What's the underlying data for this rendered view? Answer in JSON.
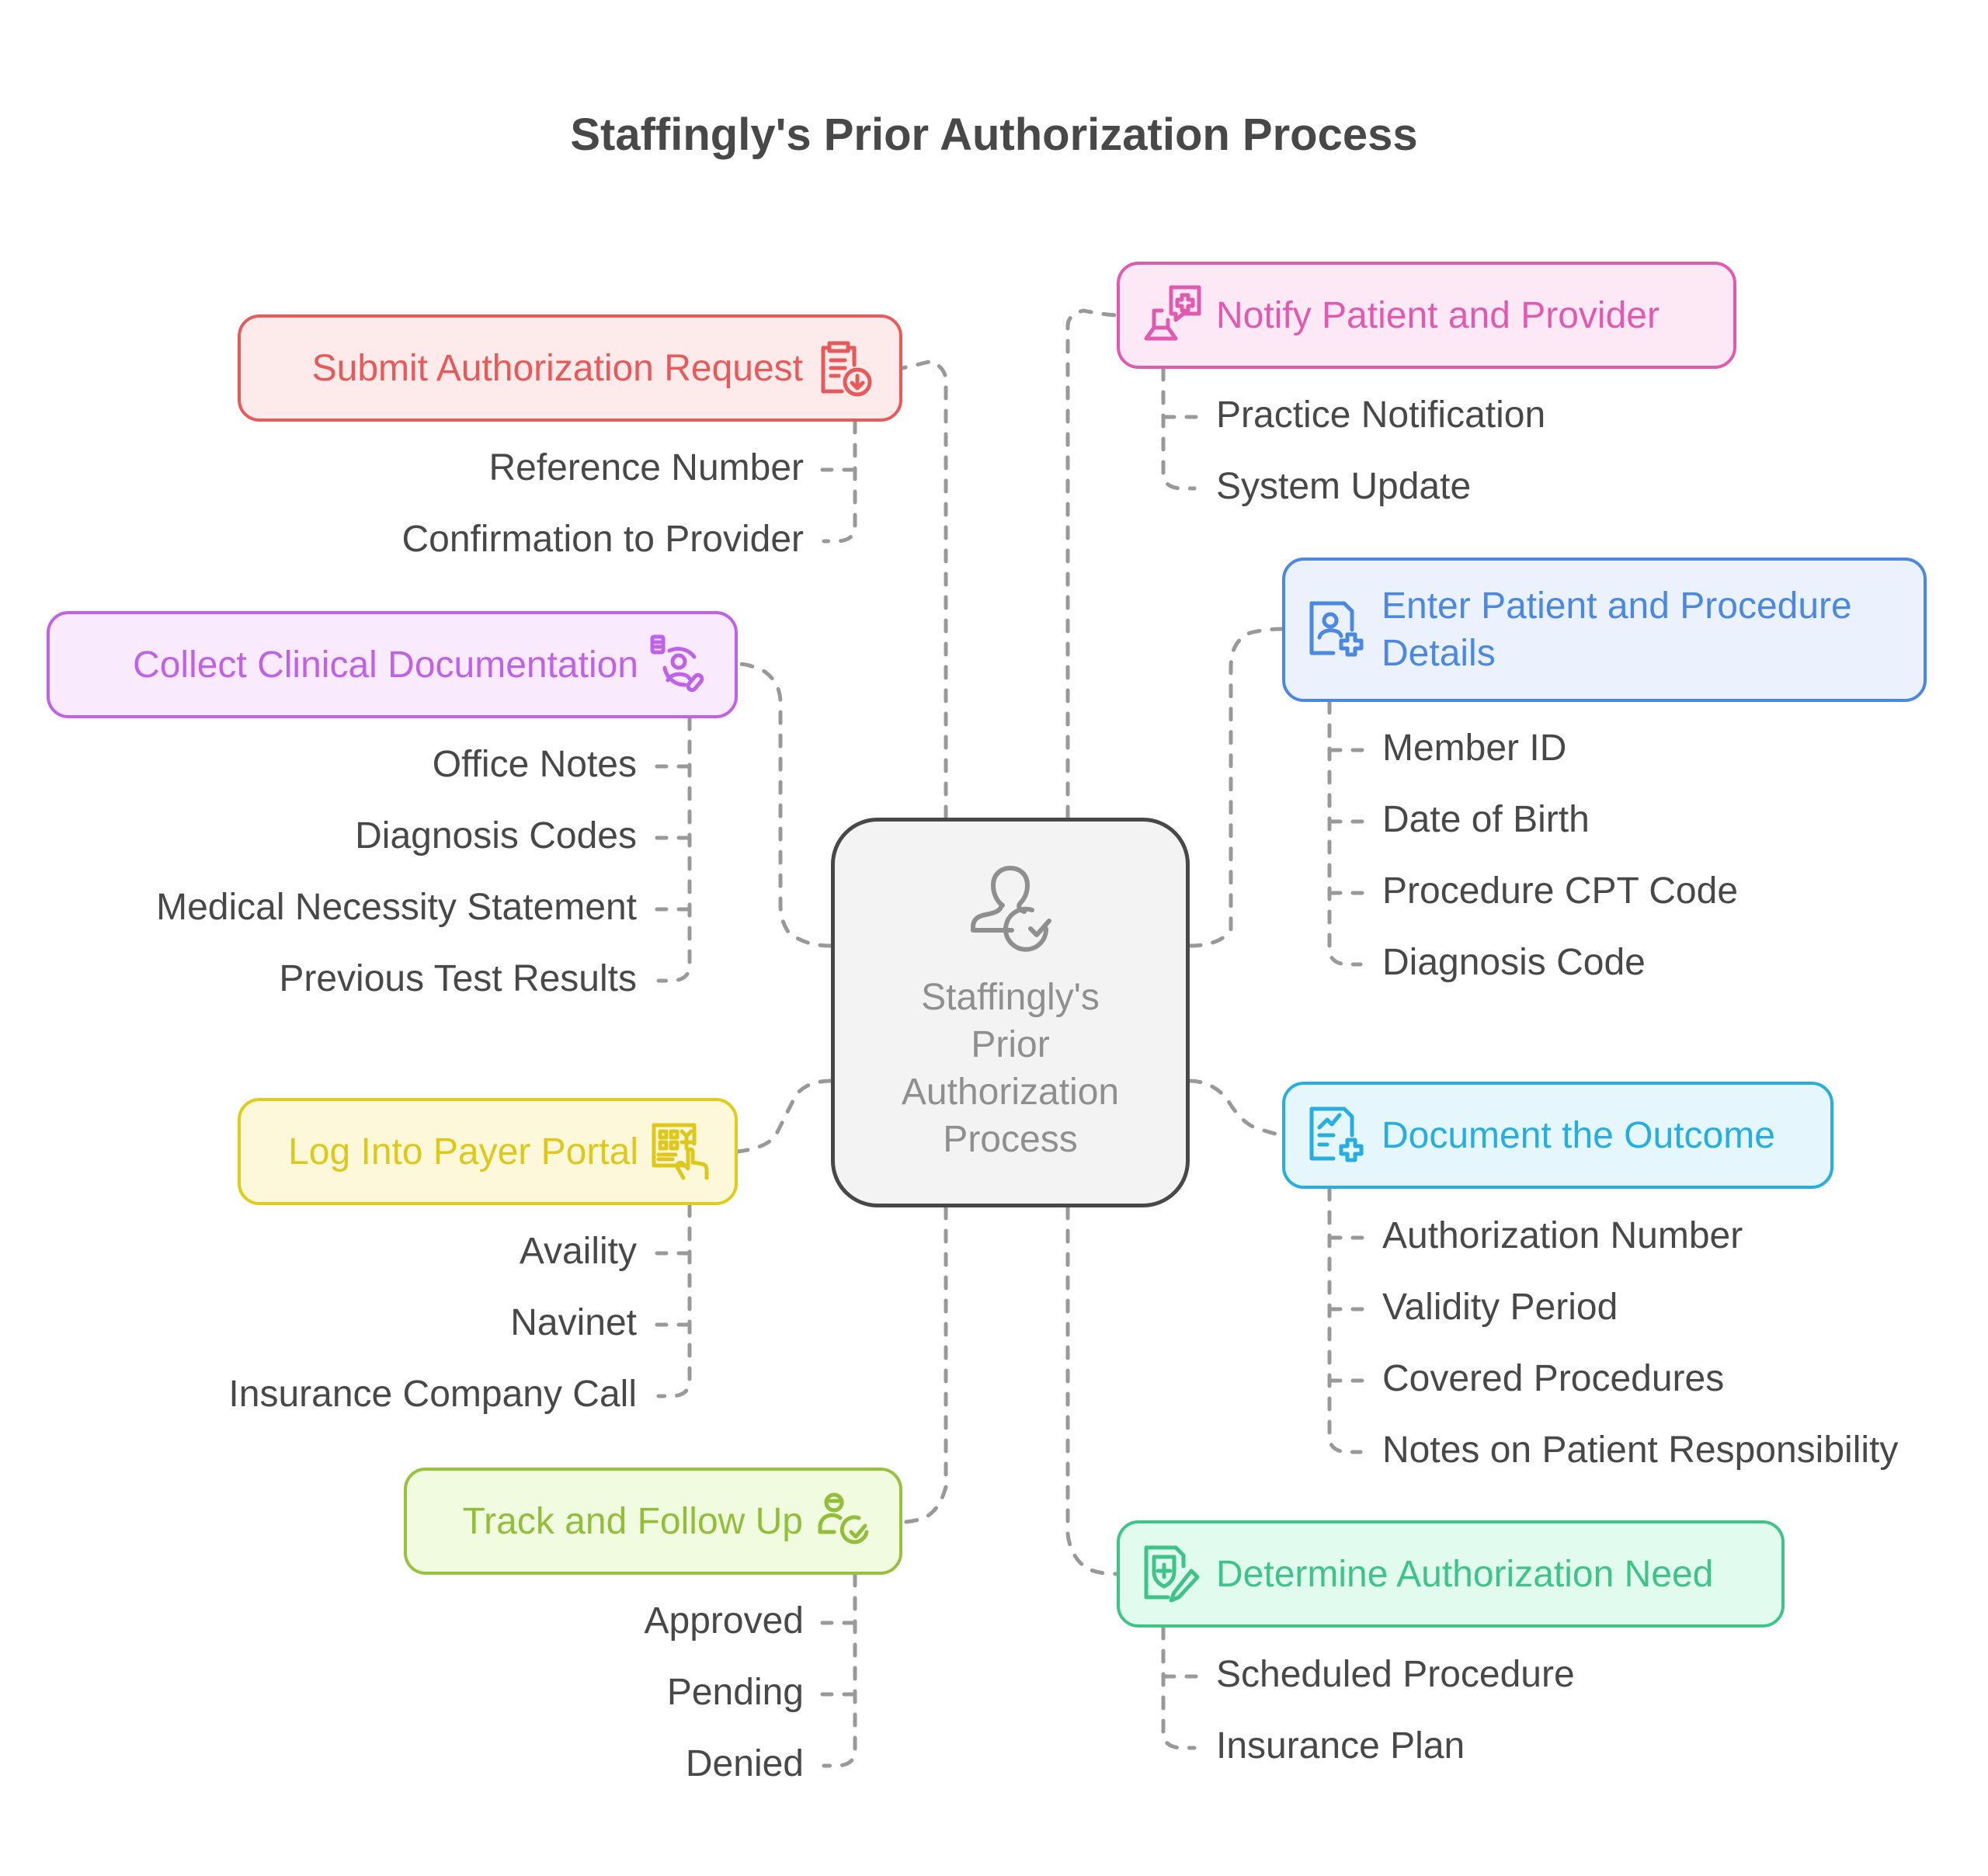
{
  "title": "Staffingly's Prior Authorization Process",
  "center": {
    "label": "Staffingly's Prior Authorization Process",
    "label_lines": [
      "Staffingly's",
      "Prior",
      "Authorization",
      "Process"
    ],
    "icon": "user-check-icon",
    "fill": "#f3f3f3",
    "border": "#484848",
    "text_color": "#8f8f8f"
  },
  "connector_color": "#999999",
  "leaf_text_color": "#484848",
  "branches": [
    {
      "id": "submit",
      "label": "Submit Authorization Request",
      "icon": "clipboard-download-icon",
      "side": "left",
      "border": "#e85a5a",
      "fill": "#fdeaea",
      "text": "#e85a5a",
      "leaves": [
        "Reference Number",
        "Confirmation to Provider"
      ]
    },
    {
      "id": "collect",
      "label": "Collect Clinical Documentation",
      "icon": "patient-records-icon",
      "side": "left",
      "border": "#c062e8",
      "fill": "#f9eafd",
      "text": "#c062e8",
      "leaves": [
        "Office Notes",
        "Diagnosis Codes",
        "Medical Necessity Statement",
        "Previous Test Results"
      ]
    },
    {
      "id": "login",
      "label": "Log Into Payer Portal",
      "icon": "keypad-touch-icon",
      "side": "left",
      "border": "#e0cc1a",
      "fill": "#fdf8d9",
      "text": "#dfc81c",
      "leaves": [
        "Availity",
        "Navinet",
        "Insurance Company Call"
      ]
    },
    {
      "id": "track",
      "label": "Track and Follow Up",
      "icon": "user-check-icon",
      "side": "left",
      "border": "#98c23c",
      "fill": "#f1fbe0",
      "text": "#92be3a",
      "leaves": [
        "Approved",
        "Pending",
        "Denied"
      ]
    },
    {
      "id": "notify",
      "label": "Notify Patient and Provider",
      "icon": "medical-chat-icon",
      "side": "right",
      "border": "#e25ab0",
      "fill": "#fde9f5",
      "text": "#e25ab0",
      "leaves": [
        "Practice Notification",
        "System Update"
      ]
    },
    {
      "id": "enter",
      "label": "Enter Patient and Procedure Details",
      "label_lines": [
        "Enter Patient and Procedure",
        "Details"
      ],
      "icon": "patient-file-add-icon",
      "side": "right",
      "border": "#4a88e4",
      "fill": "#ebf2fd",
      "text": "#4a88e4",
      "leaves": [
        "Member ID",
        "Date of Birth",
        "Procedure CPT Code",
        "Diagnosis Code"
      ]
    },
    {
      "id": "document",
      "label": "Document the Outcome",
      "icon": "report-add-icon",
      "side": "right",
      "border": "#26aee0",
      "fill": "#e5f6fd",
      "text": "#26aee0",
      "leaves": [
        "Authorization Number",
        "Validity Period",
        "Covered Procedures",
        "Notes on Patient Responsibility"
      ]
    },
    {
      "id": "determine",
      "label": "Determine Authorization Need",
      "icon": "shield-document-edit-icon",
      "side": "right",
      "border": "#3ec489",
      "fill": "#e2fbef",
      "text": "#3ec489",
      "leaves": [
        "Scheduled Procedure",
        "Insurance Plan"
      ]
    }
  ]
}
